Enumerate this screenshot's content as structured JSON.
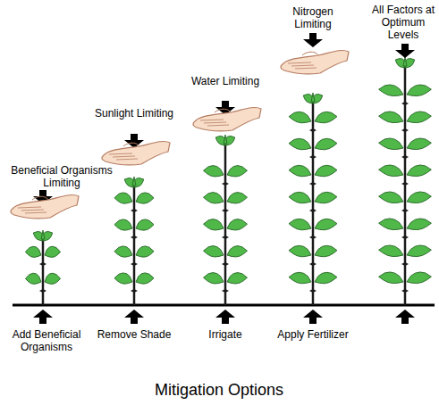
{
  "diagram": {
    "caption": "Mitigation Options",
    "labels": [
      "Beneficial Organisms Limiting",
      "Sunlight Limiting",
      "Water Limiting",
      "Nitrogen Limiting",
      "All Factors at Optimum Levels",
      "Add Beneficial Organisms",
      "Remove Shade",
      "Irrigate",
      "Apply Fertilizer"
    ]
  }
}
